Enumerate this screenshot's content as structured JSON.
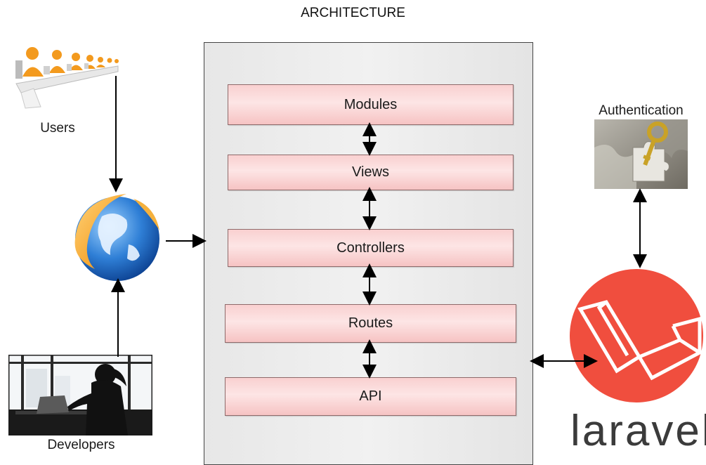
{
  "title": "ARCHITECTURE",
  "layers": [
    "Modules",
    "Views",
    "Controllers",
    "Routes",
    "API"
  ],
  "actors": {
    "users": "Users",
    "developers": "Developers",
    "authentication": "Authentication"
  },
  "framework": {
    "name": "laravel",
    "brand_color": "#f04e3e"
  },
  "icons": [
    "users-icon",
    "globe-icon",
    "developer-icon",
    "puzzle-key-icon",
    "laravel-logo-icon"
  ]
}
